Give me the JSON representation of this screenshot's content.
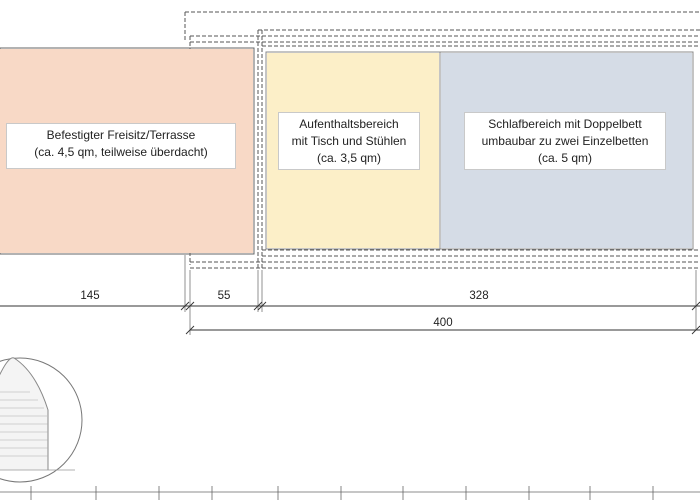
{
  "zones": {
    "terrace": {
      "line1": "Befestigter Freisitz/Terrasse",
      "line2": "(ca. 4,5 qm, teilweise überdacht)",
      "color": "#f8d9c6"
    },
    "living": {
      "line1": "Aufenthaltsbereich",
      "line2": "mit Tisch und Stühlen",
      "line3": "(ca. 3,5 qm)",
      "color": "#fcefc8"
    },
    "sleeping": {
      "line1": "Schlafbereich mit Doppelbett",
      "line2": "umbaubar zu zwei Einzelbetten",
      "line3": "(ca. 5 qm)",
      "color": "#d5dce6"
    }
  },
  "dimensions": {
    "terrace_width": "145",
    "porch_width": "55",
    "interior_width": "328",
    "total_length": "400"
  },
  "colors": {
    "line": "#444444",
    "dotted": "#555555"
  }
}
